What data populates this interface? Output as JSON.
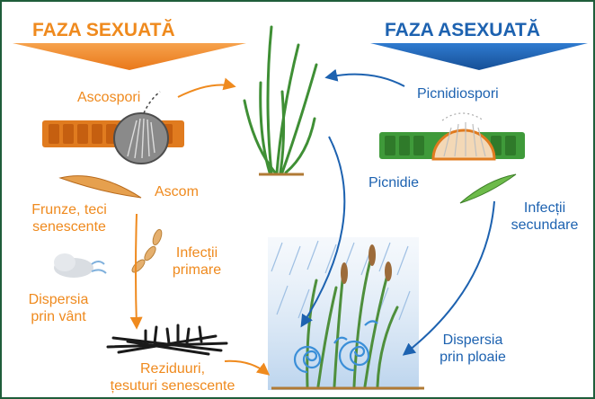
{
  "headers": {
    "sexual": "FAZA SEXUATĂ",
    "asexual": "FAZA ASEXUATĂ"
  },
  "labels": {
    "ascospori": "Ascospori",
    "ascom": "Ascom",
    "frunze_line1": "Frunze, teci",
    "frunze_line2": "senescente",
    "infectii_primare_line1": "Infecții",
    "infectii_primare_line2": "primare",
    "dispersia_vant_line1": "Dispersia",
    "dispersia_vant_line2": "prin vânt",
    "reziduuri_line1": "Reziduuri,",
    "reziduuri_line2": "țesuturi senescente",
    "picnidiospori": "Picnidiospori",
    "picnidie": "Picnidie",
    "infectii_secundare_line1": "Infecții",
    "infectii_secundare_line2": "secundare",
    "dispersia_ploaie_line1": "Dispersia",
    "dispersia_ploaie_line2": "prin ploaie"
  },
  "colors": {
    "sexual_phase": "#ef8a1e",
    "asexual_phase": "#1d62b0",
    "frame_border": "#1f5e3a",
    "leaf_tissue_orange": "#e07b1f",
    "leaf_tissue_green": "#3f9a3a",
    "plant_green": "#4a9a40"
  }
}
